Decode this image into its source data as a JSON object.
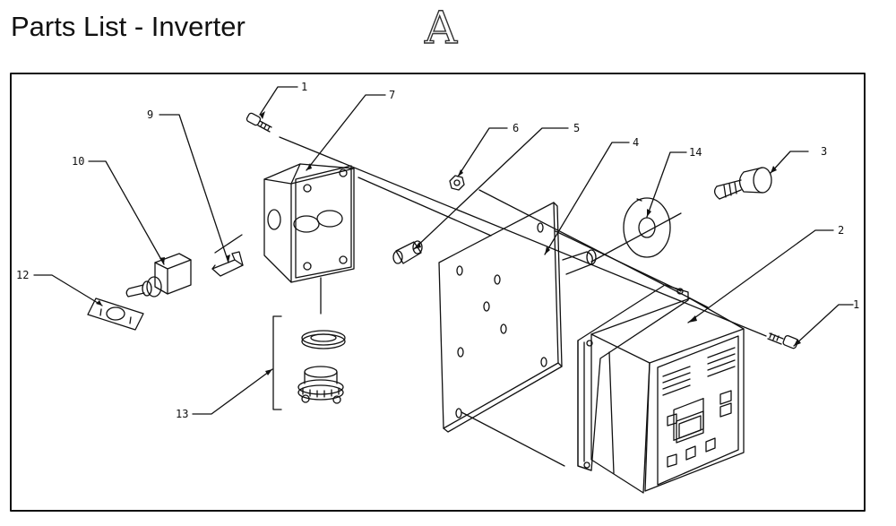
{
  "title": "Parts List - Inverter",
  "view_letter": "A",
  "labels": [
    {
      "key": "p1a",
      "text": "1"
    },
    {
      "key": "p7",
      "text": "7"
    },
    {
      "key": "p9",
      "text": "9"
    },
    {
      "key": "p10",
      "text": "10"
    },
    {
      "key": "p12",
      "text": "12"
    },
    {
      "key": "p13",
      "text": "13"
    },
    {
      "key": "p6",
      "text": "6"
    },
    {
      "key": "p5",
      "text": "5"
    },
    {
      "key": "p4",
      "text": "4"
    },
    {
      "key": "p14",
      "text": "14"
    },
    {
      "key": "p3",
      "text": "3"
    },
    {
      "key": "p2",
      "text": "2"
    },
    {
      "key": "p1b",
      "text": "1"
    }
  ],
  "line_color": "#111111"
}
